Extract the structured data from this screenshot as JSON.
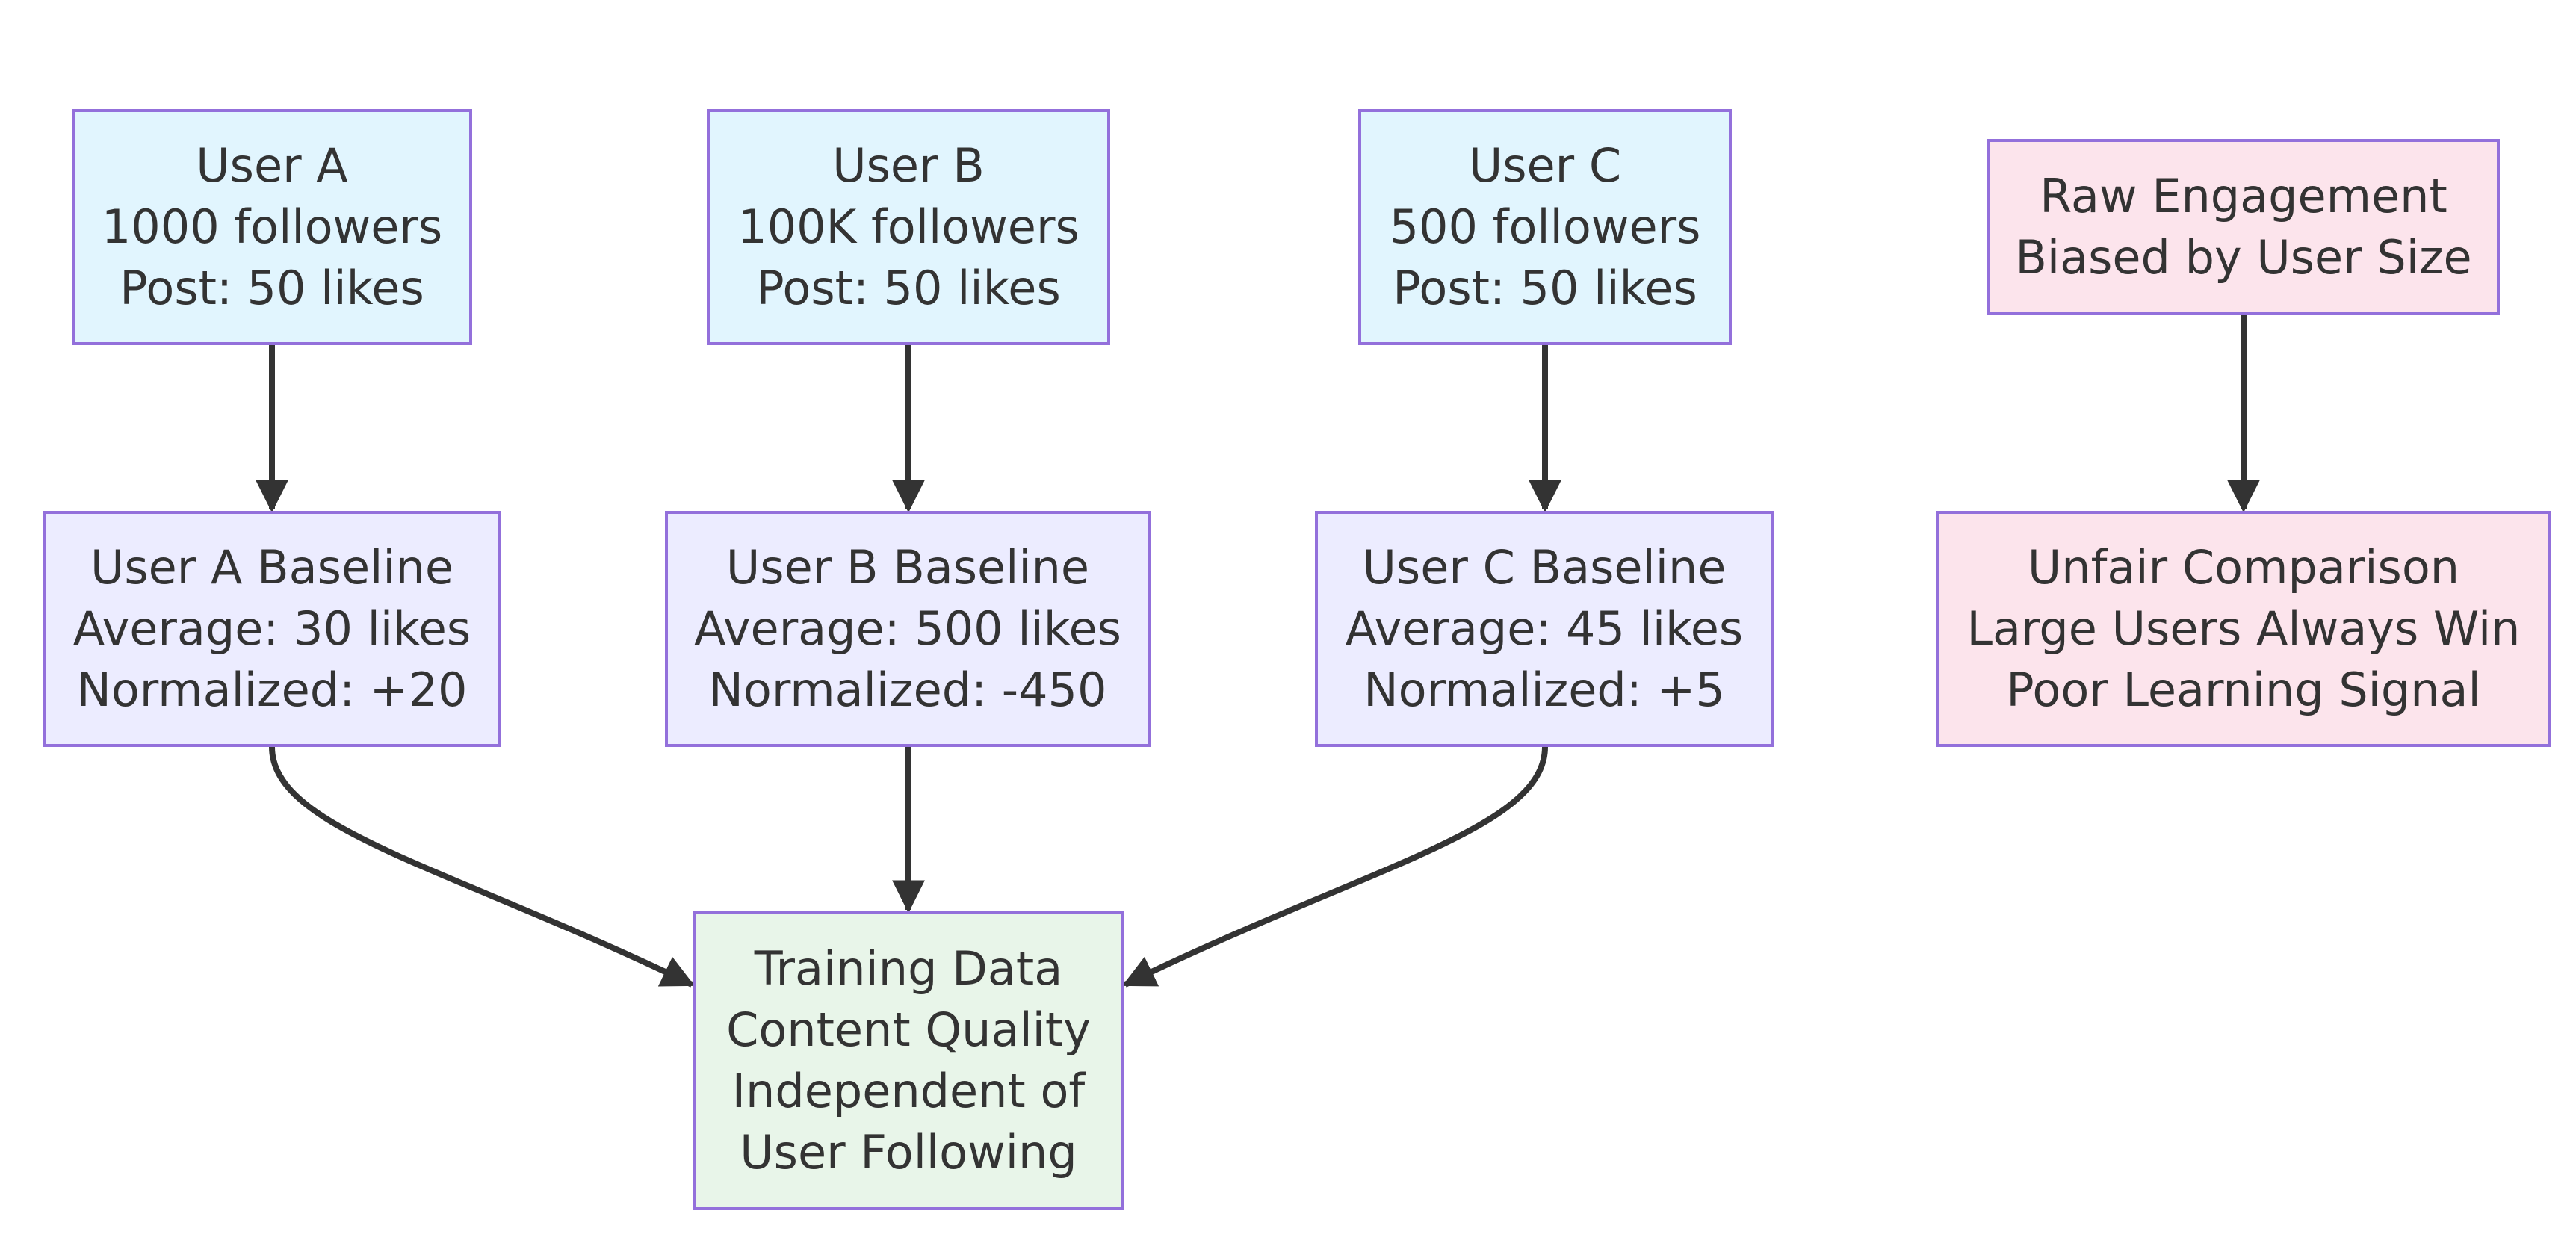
{
  "diagram": {
    "nodes": {
      "user_a": {
        "lines": [
          "User A",
          "1000 followers",
          "Post: 50 likes"
        ]
      },
      "user_b": {
        "lines": [
          "User B",
          "100K followers",
          "Post: 50 likes"
        ]
      },
      "user_c": {
        "lines": [
          "User C",
          "500 followers",
          "Post: 50 likes"
        ]
      },
      "raw": {
        "lines": [
          "Raw Engagement",
          "Biased by User Size"
        ]
      },
      "baseline_a": {
        "lines": [
          "User A Baseline",
          "Average: 30 likes",
          "Normalized: +20"
        ]
      },
      "baseline_b": {
        "lines": [
          "User B Baseline",
          "Average: 500 likes",
          "Normalized: -450"
        ]
      },
      "baseline_c": {
        "lines": [
          "User C Baseline",
          "Average: 45 likes",
          "Normalized: +5"
        ]
      },
      "unfair": {
        "lines": [
          "Unfair Comparison",
          "Large Users Always Win",
          "Poor Learning Signal"
        ]
      },
      "training": {
        "lines": [
          "Training Data",
          "Content Quality",
          "Independent of",
          "User Following"
        ]
      }
    },
    "edges": [
      {
        "from": "user_a",
        "to": "baseline_a"
      },
      {
        "from": "user_b",
        "to": "baseline_b"
      },
      {
        "from": "user_c",
        "to": "baseline_c"
      },
      {
        "from": "raw",
        "to": "unfair"
      },
      {
        "from": "baseline_a",
        "to": "training"
      },
      {
        "from": "baseline_b",
        "to": "training"
      },
      {
        "from": "baseline_c",
        "to": "training"
      }
    ],
    "colors": {
      "input_fill": "#E1F5FE",
      "baseline_fill": "#ECECFF",
      "output_fill": "#E8F5E9",
      "warning_fill": "#FCE4EC",
      "border": "#9370DB",
      "edge": "#333333",
      "text": "#333333"
    }
  }
}
